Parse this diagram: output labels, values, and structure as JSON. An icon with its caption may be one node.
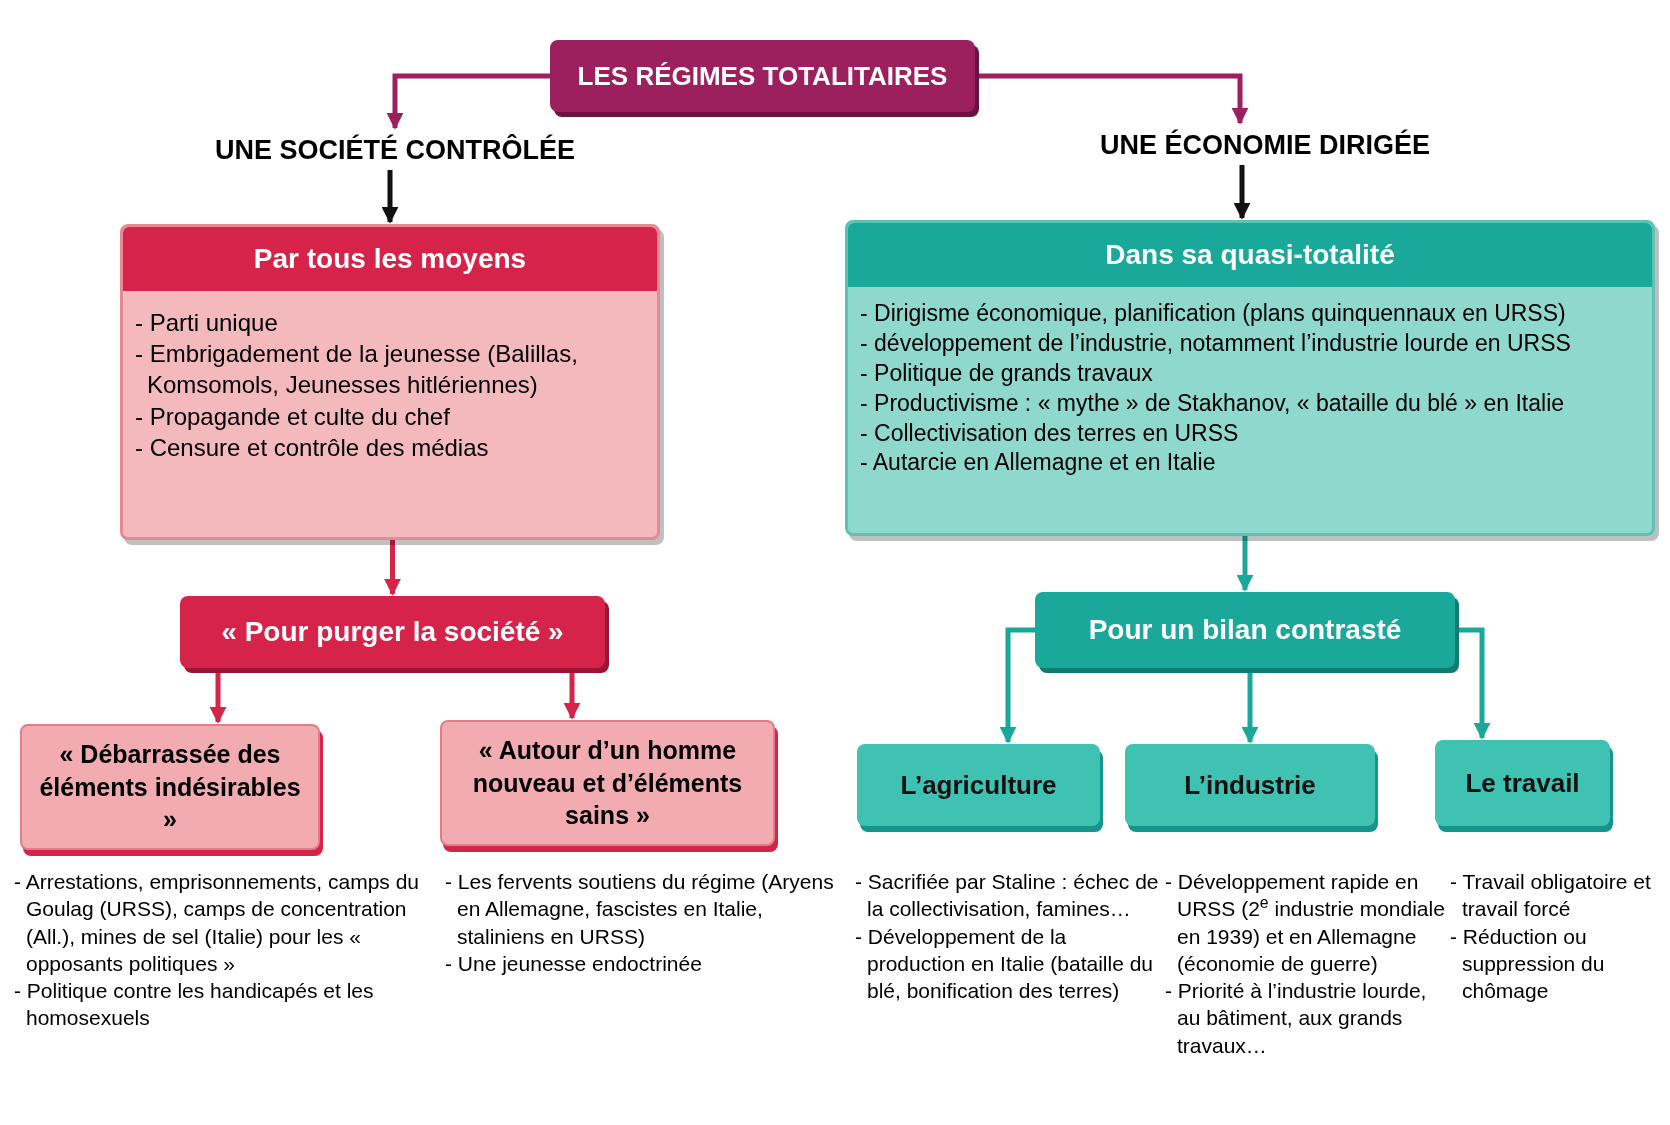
{
  "diagram": {
    "nodes": [
      {
        "text": [
          "LES RÉGIMES TOTALITAIRES"
        ]
      },
      {
        "text": [
          "UNE SOCIÉTÉ CONTRÔLÉE"
        ]
      },
      {
        "text": [
          "UNE ÉCONOMIE DIRIGÉE"
        ]
      },
      {
        "text": [
          "Par tous les moyens",
          "- Parti unique",
          "- Embrigadement de la jeunesse (Balillas, Komsomols, Jeunesses hitlériennes)",
          "- Propagande et culte du chef",
          "- Censure et contrôle des médias"
        ]
      },
      {
        "text": [
          "Dans sa quasi-totalité",
          "- Dirigisme économique, planification (plans quinquennaux en URSS)",
          "- développement de l’industrie, notamment l’industrie lourde en URSS",
          "- Politique de grands travaux",
          "- Productivisme : « mythe » de Stakhanov, « bataille du blé » en Italie",
          "- Collectivisation des terres en URSS",
          "- Autarcie en Allemagne et en Italie"
        ]
      },
      {
        "text": [
          "« Pour purger la société »"
        ]
      },
      {
        "text": [
          "Pour un bilan contrasté"
        ]
      },
      {
        "text": [
          "« Débarrassée des éléments indésirables »"
        ],
        "beside": [
          "- Arrestations, emprisonnements, camps du Goulag (URSS), camps de concentration (All.), mines de sel (Italie) pour les « opposants politiques »",
          "- Politique contre les handicapés et les homosexuels"
        ]
      },
      {
        "text": [
          "« Autour d’un homme nouveau et d’éléments sains »"
        ],
        "beside": [
          "- Les fervents soutiens du régime (Aryens en Allemagne, fascistes en Italie, staliniens en URSS)",
          "- Une jeunesse endoctrinée"
        ]
      },
      {
        "text": [
          "L’agriculture"
        ],
        "beside": [
          "- Sacrifiée par Staline : échec de la collectivisation, famines…",
          "- Développement de la production en Italie (bataille du blé, bonification des terres)"
        ]
      },
      {
        "text": [
          "L’industrie"
        ],
        "beside": [
          "- Développement rapide en URSS (2$^{e}$ industrie mondiale en 1939) et en Allemagne (économie de guerre)",
          "- Priorité à l’industrie lourde, au bâtiment, aux grands travaux…"
        ]
      },
      {
        "text": [
          "Le travail"
        ],
        "beside": [
          "- Travail obligatoire et travail forcé",
          "- Réduction ou suppression du chômage"
        ]
      }
    ],
    "edges": [
      {
        "from": 0,
        "to": 1,
        "arrow": "to",
        "color": "#9c1f5e"
      },
      {
        "from": 0,
        "to": 2,
        "arrow": "to",
        "color": "#9c1f5e"
      },
      {
        "from": 1,
        "to": 3,
        "arrow": "to",
        "color": "#111111"
      },
      {
        "from": 2,
        "to": 4,
        "arrow": "to",
        "color": "#111111"
      },
      {
        "from": 3,
        "to": 5,
        "arrow": "to",
        "color": "#d5234a"
      },
      {
        "from": 4,
        "to": 6,
        "arrow": "to"
      },
      {
        "from": 5,
        "to": 7,
        "arrow": "to",
        "color": "#d5234a"
      },
      {
        "from": 5,
        "to": 8,
        "arrow": "to",
        "color": "#d5234a"
      },
      {
        "from": 6,
        "to": 9,
        "arrow": "to"
      },
      {
        "from": 6,
        "to": 10,
        "arrow": "to"
      },
      {
        "from": 6,
        "to": 11,
        "arrow": "to"
      }
    ]
  }
}
